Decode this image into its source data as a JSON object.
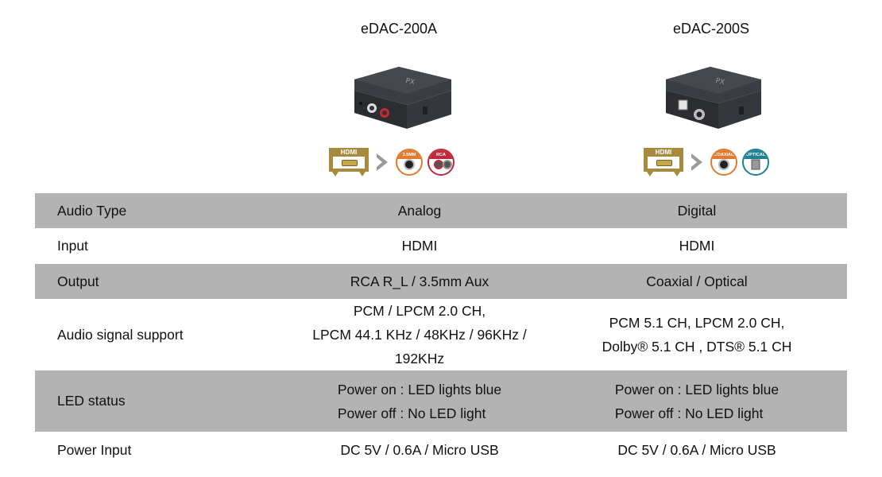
{
  "products": [
    {
      "name": "eDAC-200A",
      "image": "device-rca-analog",
      "flow": {
        "input": "HDMI",
        "outputs": [
          {
            "label": "3.5MM",
            "color": "#e07a2e",
            "icon": "aux-jack-icon"
          },
          {
            "label": "RCA",
            "color": "#c0293a",
            "icon": "rca-jack-icon"
          }
        ]
      }
    },
    {
      "name": "eDAC-200S",
      "image": "device-coaxial-optical",
      "flow": {
        "input": "HDMI",
        "outputs": [
          {
            "label": "COAXIAL",
            "color": "#e07a2e",
            "icon": "coaxial-jack-icon"
          },
          {
            "label": "OPTICAL",
            "color": "#1f7f95",
            "icon": "optical-port-icon"
          }
        ]
      }
    }
  ],
  "colors": {
    "row_shade": "#b3b3b3",
    "hdmi": "#a88a3f",
    "arrow": "#9a9a9a"
  },
  "rows": [
    {
      "label": "Audio Type",
      "a": [
        "Analog"
      ],
      "b": [
        "Digital"
      ]
    },
    {
      "label": "Input",
      "a": [
        "HDMI"
      ],
      "b": [
        "HDMI"
      ]
    },
    {
      "label": "Output",
      "a": [
        "RCA R_L / 3.5mm Aux"
      ],
      "b": [
        "Coaxial / Optical"
      ]
    },
    {
      "label": "Audio signal support",
      "a": [
        "PCM / LPCM 2.0 CH,",
        "LPCM 44.1 KHz / 48KHz / 96KHz / 192KHz"
      ],
      "b": [
        "PCM 5.1 CH, LPCM 2.0 CH,",
        "Dolby® 5.1 CH , DTS® 5.1 CH"
      ]
    },
    {
      "label": "LED status",
      "a": [
        "Power on : LED lights blue",
        "Power off : No LED light"
      ],
      "b": [
        "Power on : LED lights blue",
        "Power off : No LED light"
      ]
    },
    {
      "label": "Power Input",
      "a": [
        "DC 5V / 0.6A / Micro USB"
      ],
      "b": [
        "DC 5V / 0.6A / Micro USB"
      ]
    }
  ]
}
